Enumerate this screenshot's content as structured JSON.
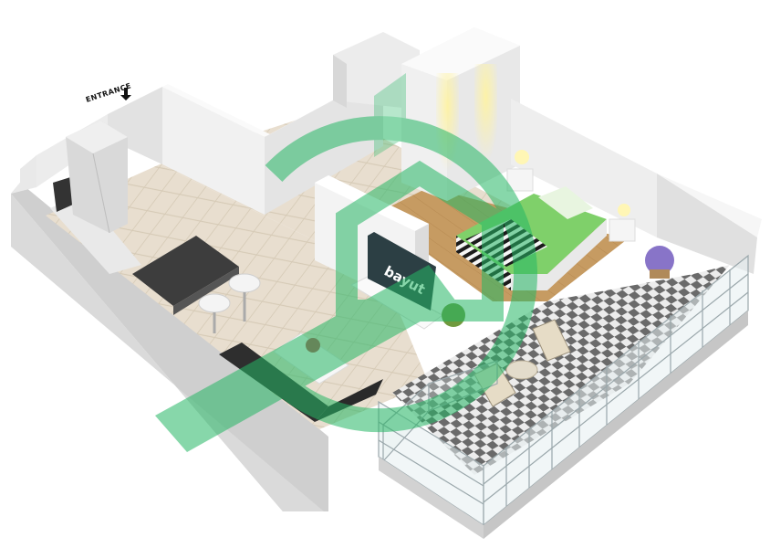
{
  "entrance_label": "ENTRANCE",
  "tv_logo": "bayut",
  "colors": {
    "wall_top": "#f3f3f3",
    "wall_side": "#dcdcdc",
    "floor_tile": "#e6dccb",
    "wood_floor": "#c9a36f",
    "balcony_check_dark": "#6b6b6b",
    "balcony_check_light": "#efefef",
    "watermark_green": "#2fbf71"
  },
  "watermark": {
    "icon": "house-mark-icon",
    "opacity": 0.55
  }
}
